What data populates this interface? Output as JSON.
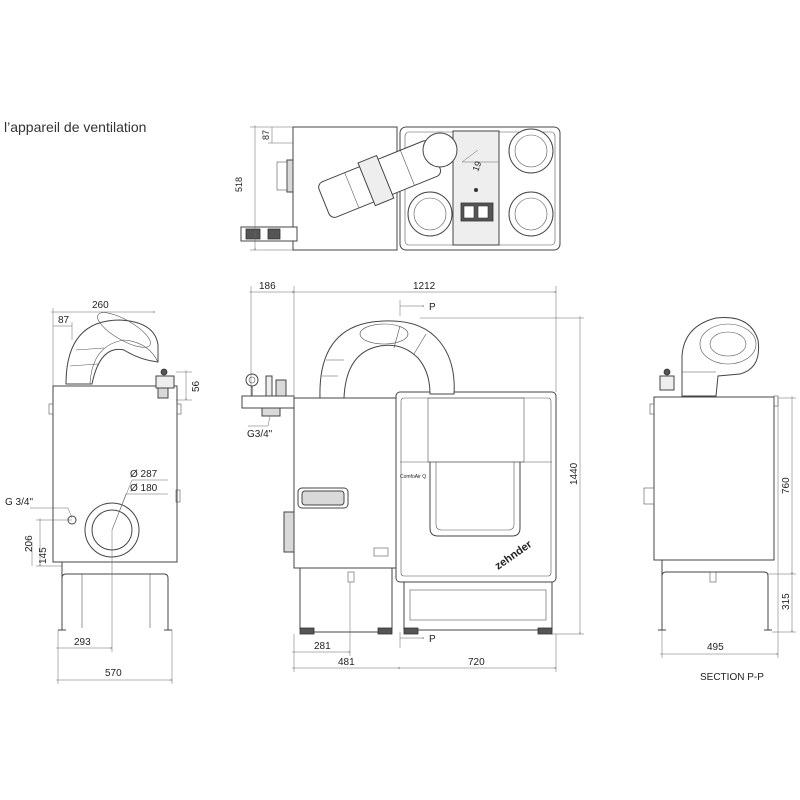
{
  "heading": "l’appareil de ventilation",
  "section_label": "SECTION P-P",
  "brand_text": "zehnder",
  "model_text": "ComfoAir Q",
  "dimensions": {
    "top_width_87": "87",
    "top_depth_518": "518",
    "top_angle_19": "19",
    "left_260": "260",
    "left_87": "87",
    "left_56": "56",
    "left_d287": "Ø 287",
    "left_d180": "Ø 180",
    "left_g34": "G 3/4\"",
    "left_206": "206",
    "left_145": "145",
    "left_293": "293",
    "left_570": "570",
    "front_186": "186",
    "front_1212": "1212",
    "front_p_top": "P",
    "front_g34": "G3/4\"",
    "front_1440": "1440",
    "front_281": "281",
    "front_p_bottom": "P",
    "front_481": "481",
    "front_720": "720",
    "right_760": "760",
    "right_315": "315",
    "right_495": "495"
  }
}
